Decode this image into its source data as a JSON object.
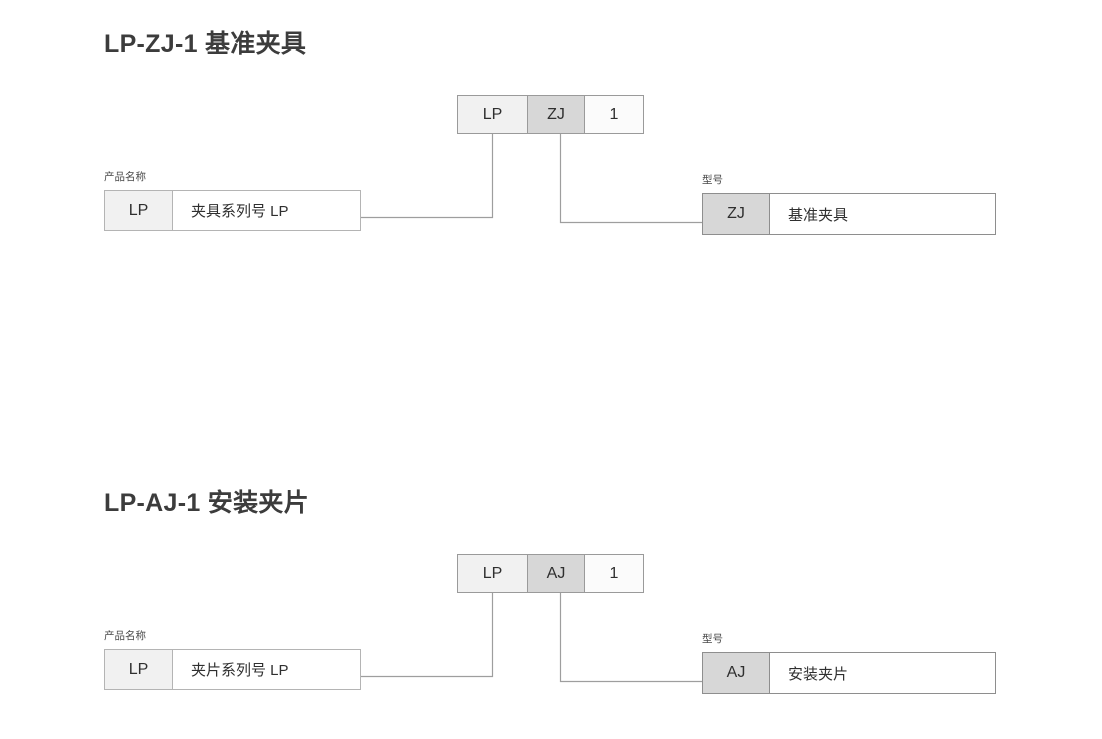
{
  "sections": [
    {
      "heading": "LP-ZJ-1 基准夹具",
      "code_row": {
        "series": "LP",
        "model": "ZJ",
        "number": "1"
      },
      "left_detail": {
        "label": "产品名称",
        "key": "LP",
        "value": "夹具系列号 LP"
      },
      "right_detail": {
        "label": "型号",
        "key": "ZJ",
        "value": "基准夹具"
      }
    },
    {
      "heading": "LP-AJ-1 安装夹片",
      "code_row": {
        "series": "LP",
        "model": "AJ",
        "number": "1"
      },
      "left_detail": {
        "label": "产品名称",
        "key": "LP",
        "value": "夹片系列号 LP"
      },
      "right_detail": {
        "label": "型号",
        "key": "AJ",
        "value": "安装夹片"
      }
    }
  ],
  "colors": {
    "series_cell": "#f1f1f1",
    "model_cell": "#d7d7d7",
    "number_cell": "#fbfbfb",
    "border": "#9a9a9a",
    "connector_line": "#9e9e9e",
    "text": "#2f2f2f",
    "heading_text": "#3c3c3c",
    "background": "#ffffff"
  }
}
